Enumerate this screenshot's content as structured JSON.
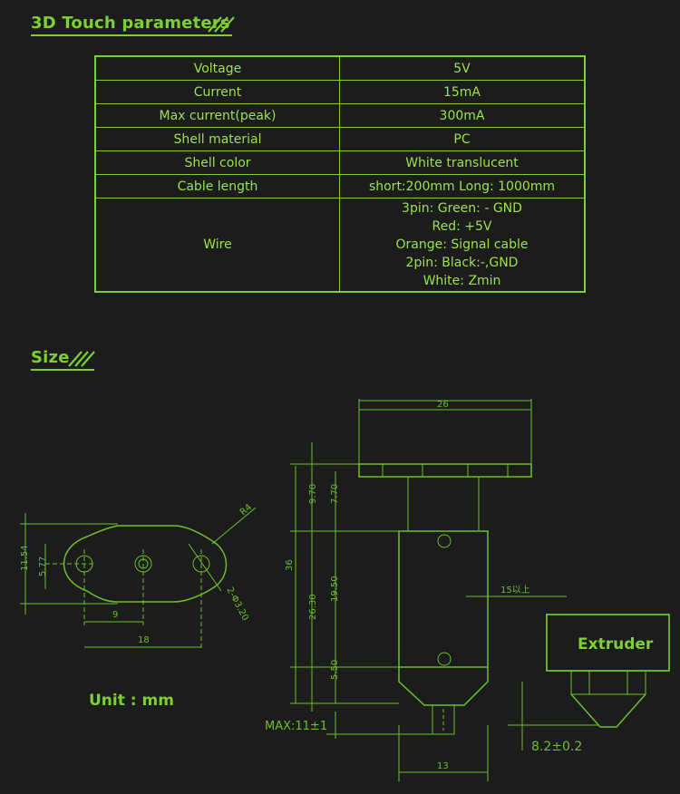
{
  "sections": {
    "params_title": "3D Touch parameters",
    "size_title": "Size"
  },
  "params": [
    {
      "key": "Voltage",
      "value": "5V"
    },
    {
      "key": "Current",
      "value": "15mA"
    },
    {
      "key": "Max current(peak)",
      "value": "300mA"
    },
    {
      "key": "Shell material",
      "value": "PC"
    },
    {
      "key": "Shell color",
      "value": "White translucent"
    },
    {
      "key": "Cable length",
      "value": "short:200mm Long: 1000mm"
    }
  ],
  "wire": {
    "key": "Wire",
    "lines": [
      "3pin: Green: - GND",
      "Red: +5V",
      "Orange: Signal cable",
      "2pin: Black:-,GND",
      "White: Zmin"
    ]
  },
  "drawing": {
    "unit": "Unit : mm",
    "top_view": {
      "r": "R4",
      "h_outer": "11.54",
      "h_inner": "5.77",
      "w_pitch": "9",
      "w_span": "18",
      "holes": "2-Φ3.20"
    },
    "side_view": {
      "d_top_width": "26",
      "d_total": "36",
      "d_upper_outer": "9.70",
      "d_upper_inner": "7.70",
      "d_body_outer": "26.30",
      "d_body_inner": "19.50",
      "d_tip": "5.50",
      "d_bottom_width": "13",
      "d_max": "MAX:11±1",
      "d_offset": "15以上",
      "d_gap": "8.2±0.2"
    },
    "extruder_label": "Extruder"
  },
  "colors": {
    "accent": "#7bd12f",
    "line": "#6cbf2c",
    "background": "#1c1c1c"
  }
}
